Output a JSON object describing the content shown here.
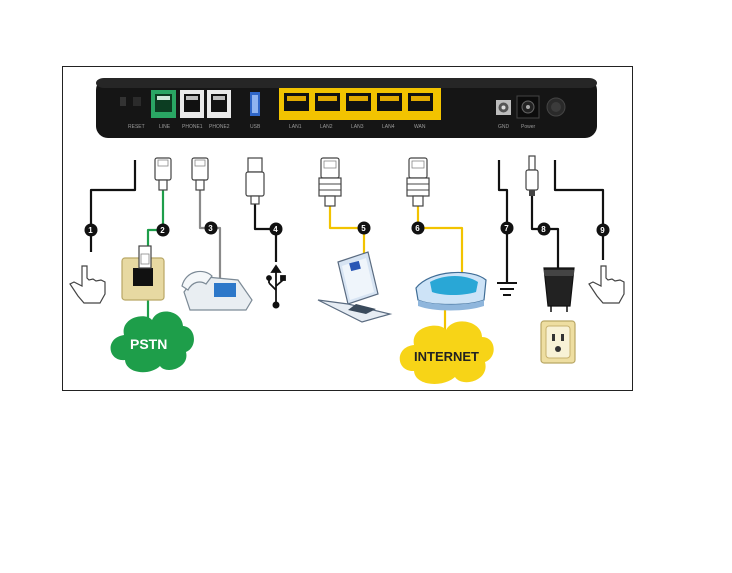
{
  "device": {
    "port_labels": [
      "RESET",
      "LINE",
      "PHONE1",
      "PHONE2",
      "USB",
      "LAN1",
      "LAN2",
      "LAN3",
      "LAN4",
      "WAN",
      "GND",
      "Power",
      ""
    ]
  },
  "callouts": {
    "numbers": [
      "1",
      "2",
      "3",
      "4",
      "5",
      "6",
      "7",
      "8",
      "9"
    ]
  },
  "clouds": {
    "pstn": "PSTN",
    "internet": "INTERNET"
  },
  "colors": {
    "pstn_green": "#1e9e4a",
    "internet_yellow": "#f7d417",
    "lan_yellow": "#f2c300",
    "device_body": "#151515"
  },
  "icons": {
    "reset": "hand-press-icon",
    "line": "phone-jack-icon",
    "phone": "telephone-icon",
    "usb": "usb-icon",
    "lan": "laptop-icon",
    "wan": "modem-icon",
    "gnd": "ground-icon",
    "power": "power-adapter-icon",
    "switch": "hand-press-icon"
  }
}
